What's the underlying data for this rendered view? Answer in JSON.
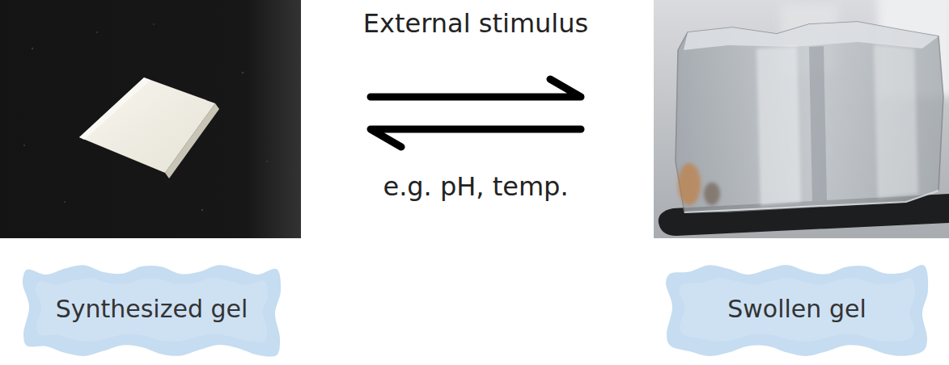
{
  "diagram": {
    "nodes": [
      {
        "text": [
          "Synthesized gel"
        ]
      },
      {
        "text": [
          "Swollen gel"
        ]
      }
    ],
    "edges": [
      {
        "from": 0,
        "to": 1,
        "arrow": "to",
        "label": "External stimulus"
      },
      {
        "from": 1,
        "to": 0,
        "arrow": "to",
        "label": "e.g. pH, temp."
      }
    ]
  }
}
